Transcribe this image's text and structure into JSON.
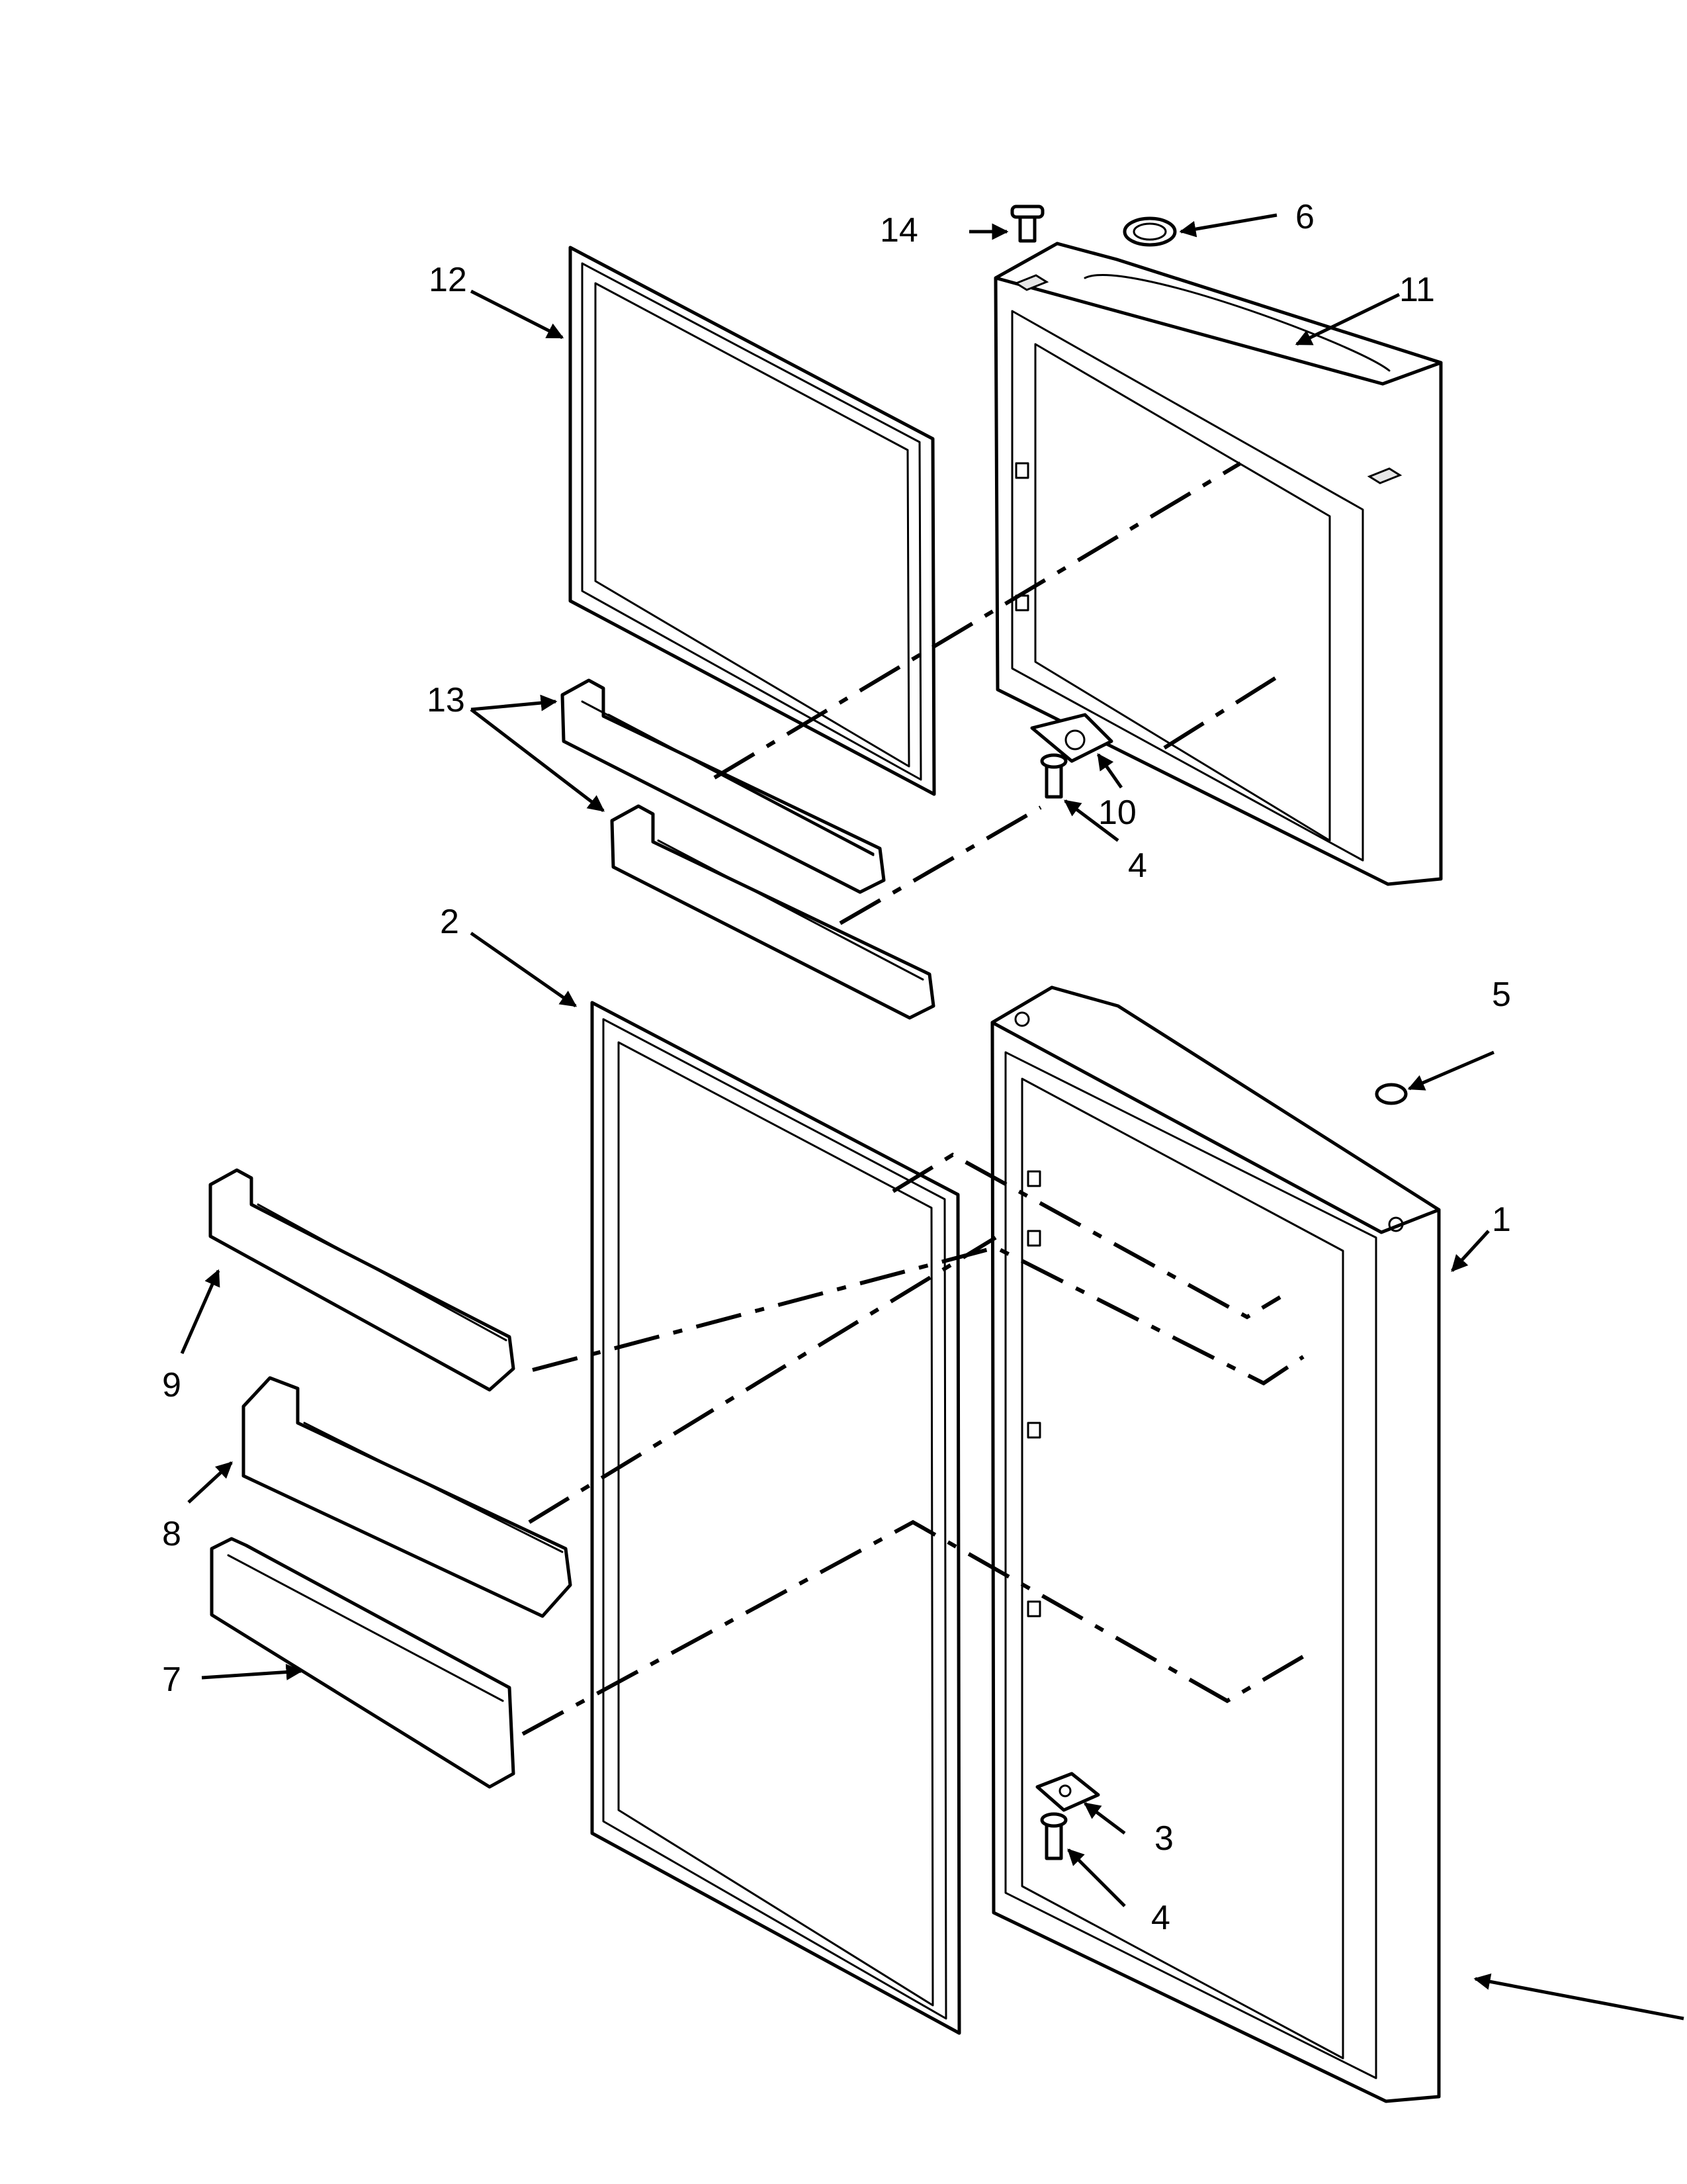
{
  "diagram": {
    "callouts": {
      "c1": "1",
      "c2": "2",
      "c3": "3",
      "c4a": "4",
      "c4b": "4",
      "c5": "5",
      "c6": "6",
      "c7": "7",
      "c8": "8",
      "c9": "9",
      "c10": "10",
      "c11": "11",
      "c12": "12",
      "c13": "13",
      "c14": "14"
    }
  },
  "colors": {
    "line": "#000000",
    "background": "#ffffff",
    "shade": "#e6e6e6"
  }
}
